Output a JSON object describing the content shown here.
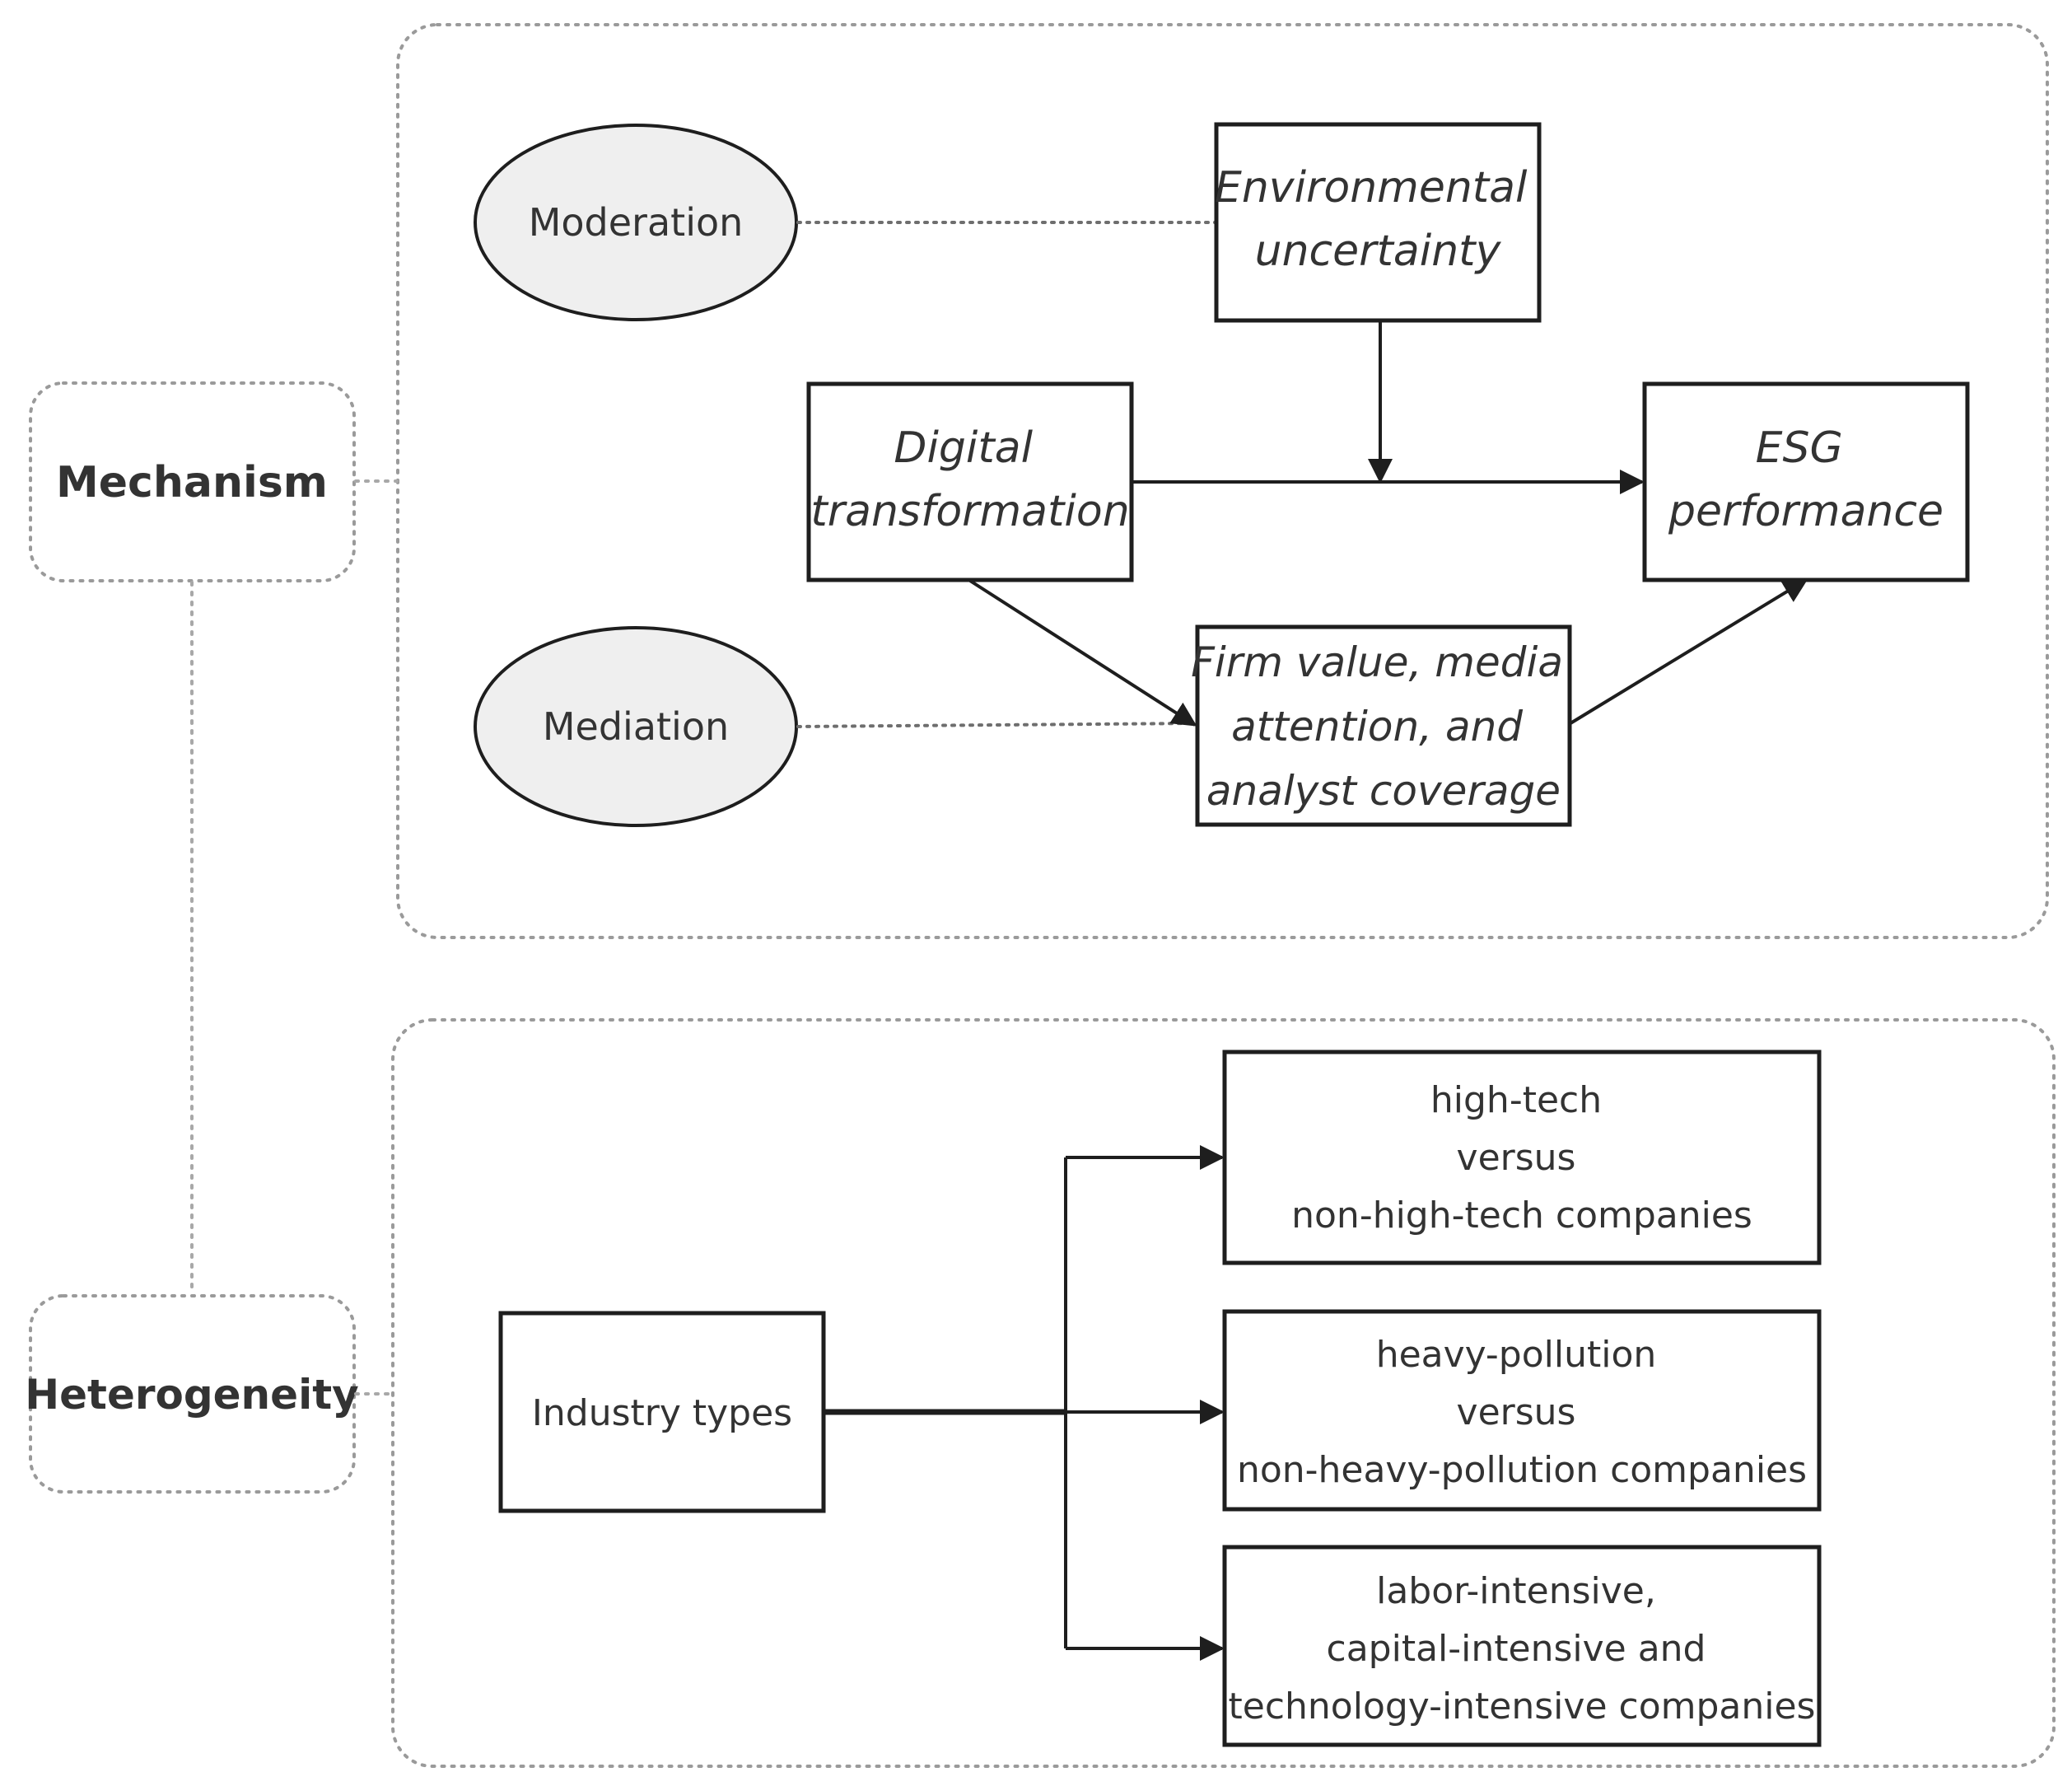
{
  "labels": {
    "mechanism": "Mechanism",
    "heterogeneity": "Heterogeneity"
  },
  "mechanism_panel": {
    "moderation": "Moderation",
    "mediation": "Mediation",
    "environmental_uncertainty": [
      "Environmental",
      "uncertainty"
    ],
    "digital_transformation": [
      "Digital",
      "transformation"
    ],
    "esg_performance": [
      "ESG",
      "performance"
    ],
    "mediators": [
      "Firm value, media",
      "attention, and",
      "analyst  coverage"
    ]
  },
  "heterogeneity_panel": {
    "industry_types": "Industry types",
    "groups": [
      [
        "high-tech",
        "versus",
        "non-high-tech companies"
      ],
      [
        "heavy-pollution",
        "versus",
        "non-heavy-pollution companies"
      ],
      [
        "labor-intensive,",
        "capital-intensive and",
        "technology-intensive companies"
      ]
    ]
  },
  "colors": {
    "box_stroke": "#1e1e1e",
    "ellipse_fill": "#efefef",
    "dotted_frame": "#9a9a9a",
    "text": "#333333"
  }
}
